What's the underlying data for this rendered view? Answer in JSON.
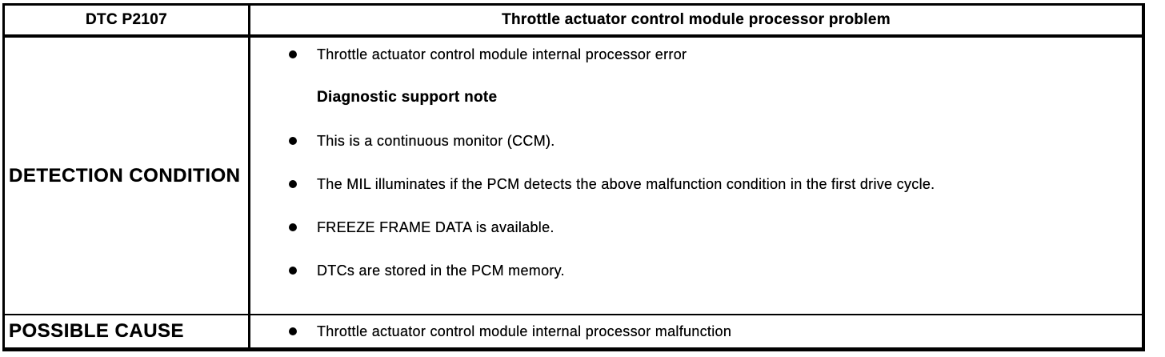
{
  "colors": {
    "border": "#000000",
    "background": "#ffffff",
    "text": "#000000"
  },
  "table": {
    "header": {
      "code": "DTC P2107",
      "title": "Throttle actuator control module processor problem"
    },
    "rows": [
      {
        "label": "DETECTION CONDITION",
        "items": [
          {
            "type": "bullet",
            "text": "Throttle actuator control module internal processor error"
          },
          {
            "type": "heading",
            "text": "Diagnostic support note"
          },
          {
            "type": "bullet",
            "text": "This is a continuous monitor (CCM)."
          },
          {
            "type": "bullet",
            "text": "The MIL illuminates if the PCM detects the above malfunction condition in the first drive cycle."
          },
          {
            "type": "bullet",
            "text": "FREEZE FRAME DATA is available."
          },
          {
            "type": "bullet",
            "text": "DTCs are stored in the PCM memory."
          }
        ]
      },
      {
        "label": "POSSIBLE CAUSE",
        "items": [
          {
            "type": "bullet",
            "text": "Throttle actuator control module internal processor malfunction"
          }
        ]
      }
    ]
  }
}
